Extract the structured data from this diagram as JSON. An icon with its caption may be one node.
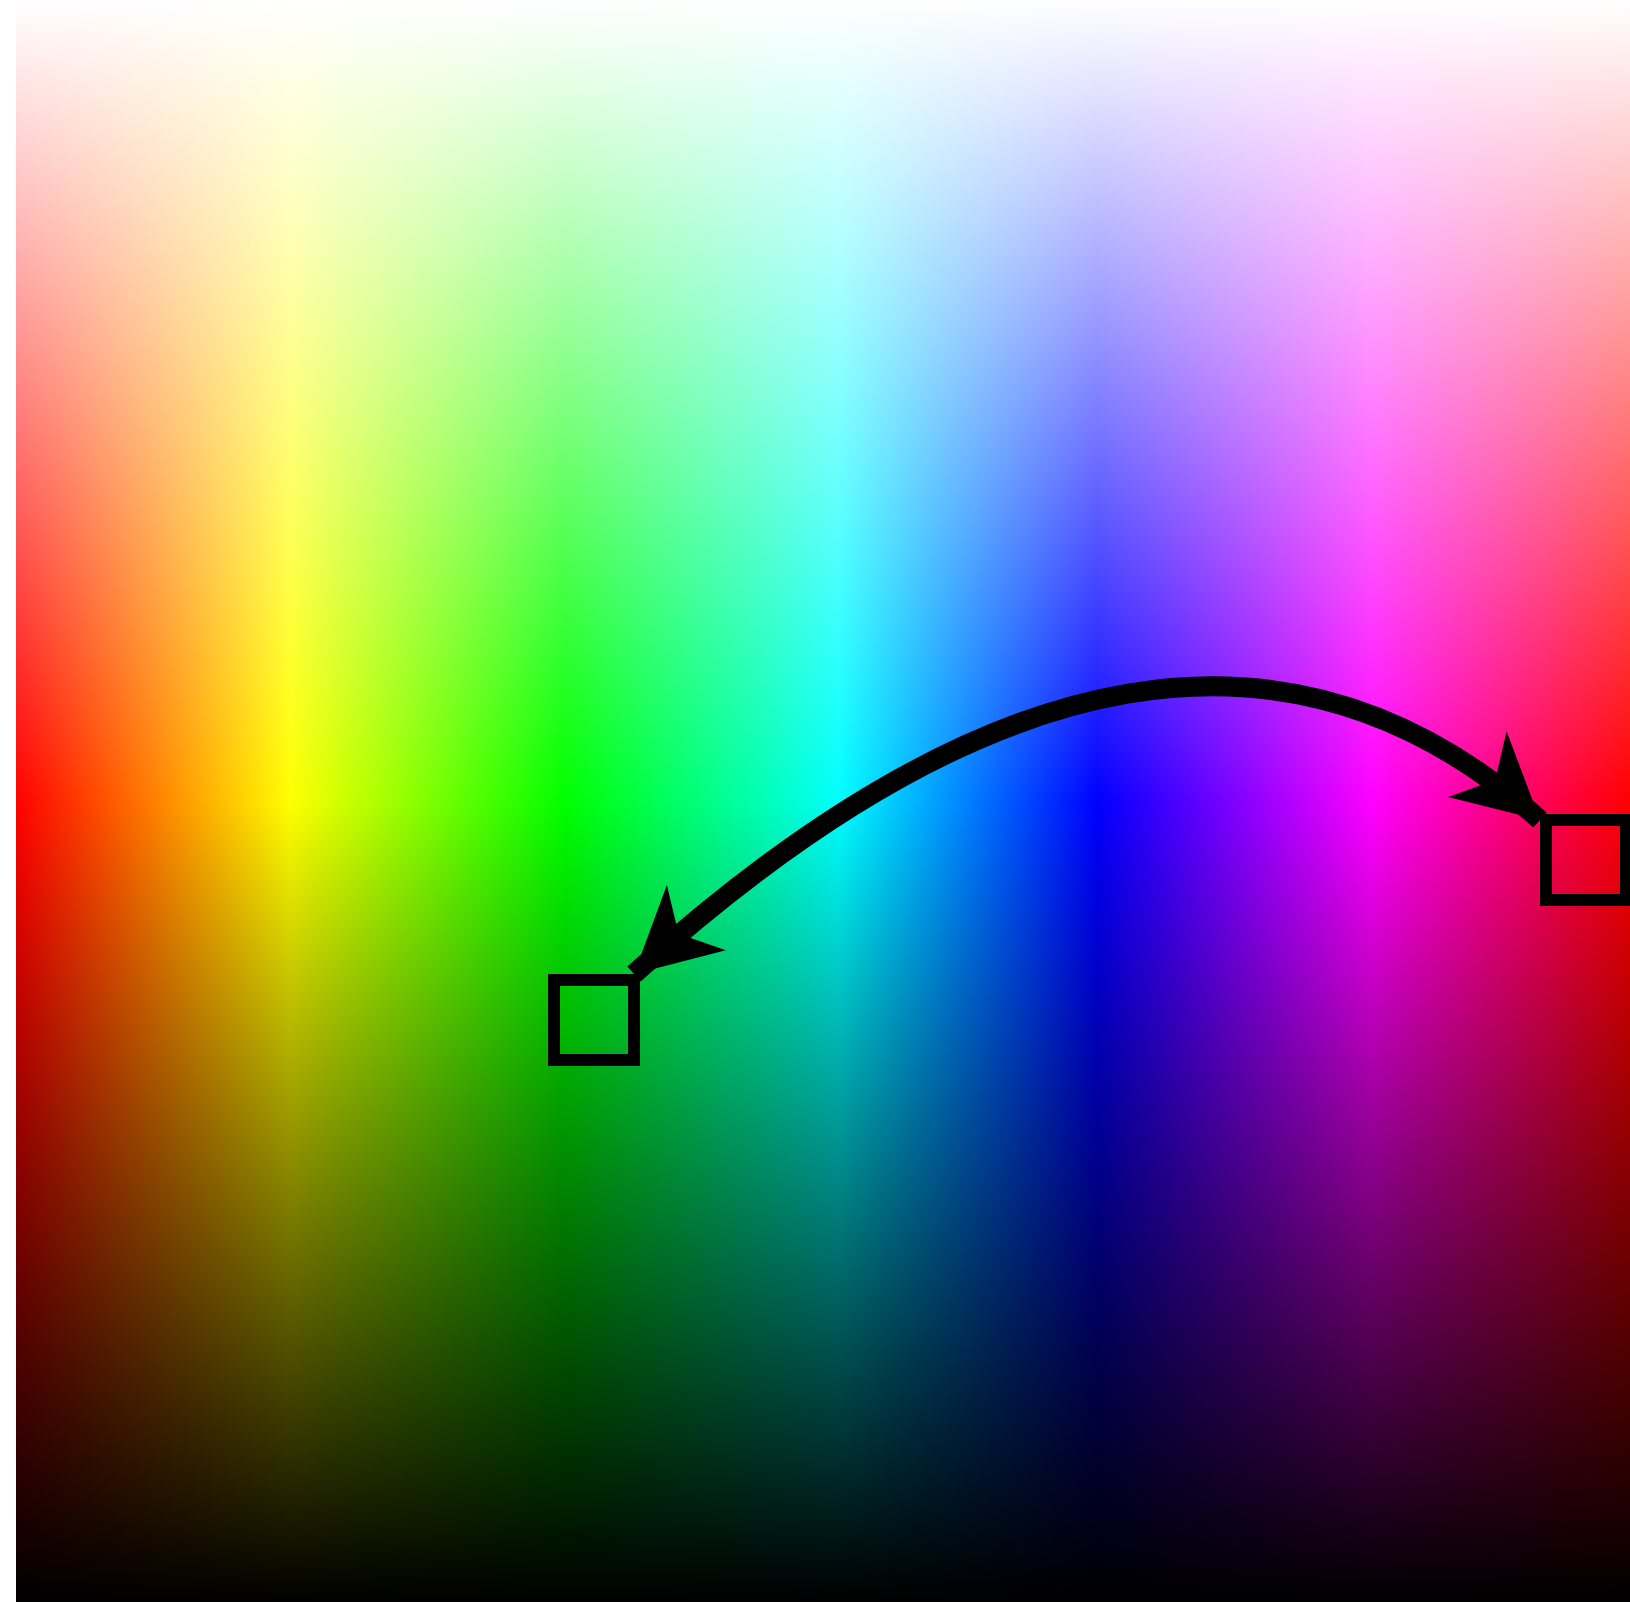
{
  "diagram": {
    "nodes": [
      {
        "text": [],
        "shape": "box"
      },
      {
        "text": [],
        "shape": "box"
      }
    ],
    "edges": [
      {
        "from": 0,
        "to": 1,
        "arrow": "both"
      }
    ]
  }
}
